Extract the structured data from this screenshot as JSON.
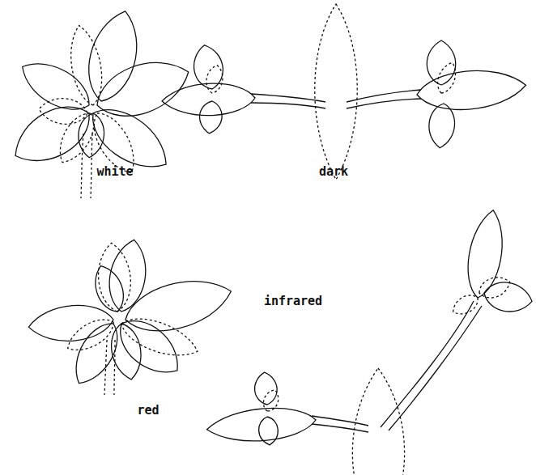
{
  "diagram": {
    "labels": [
      "white",
      "dark",
      "red",
      "infrared"
    ]
  }
}
